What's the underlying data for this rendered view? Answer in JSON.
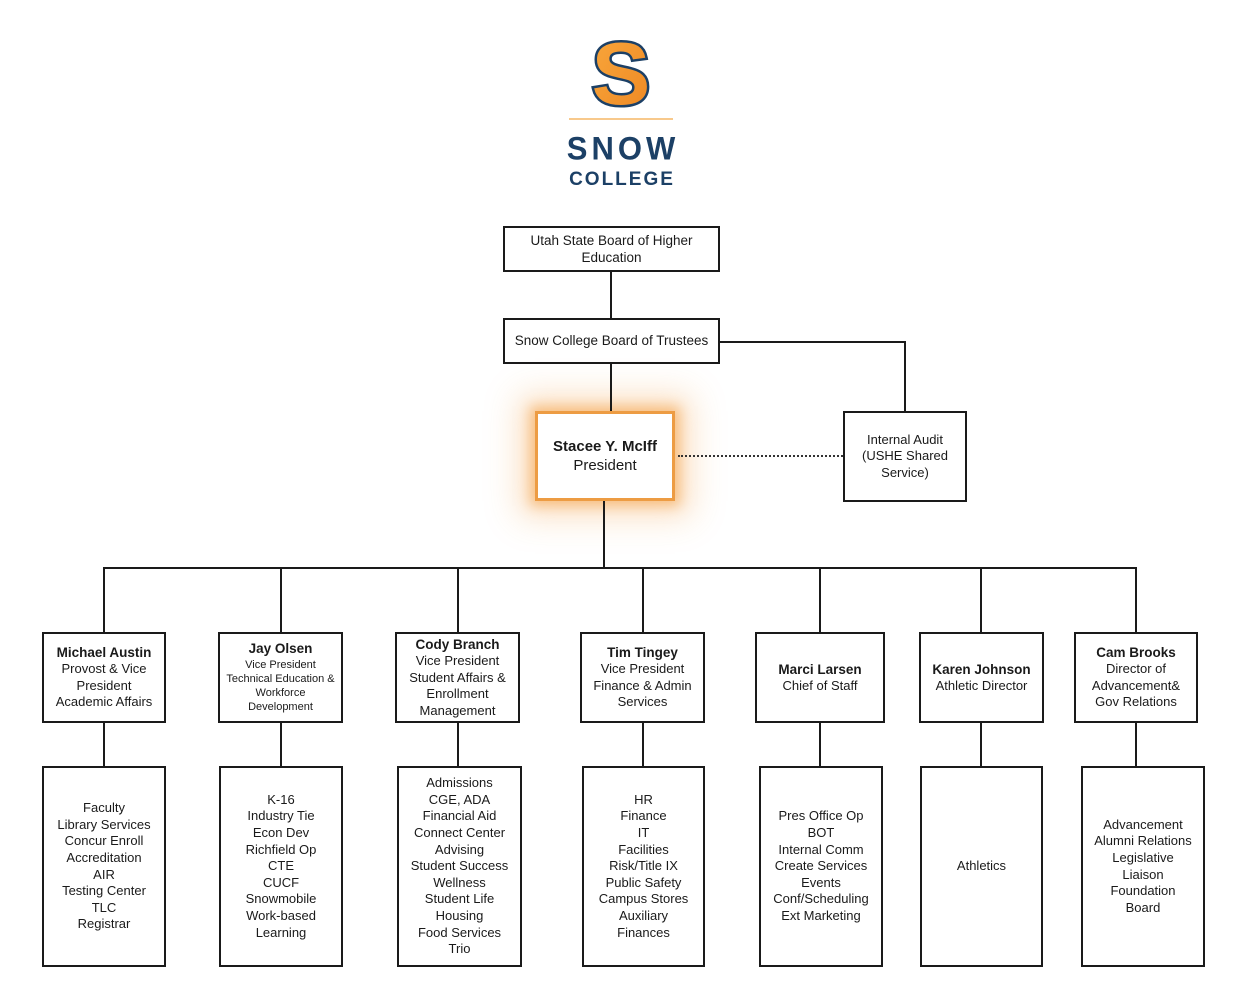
{
  "logo": {
    "letter": "S",
    "word1": "SNOW",
    "word2": "COLLEGE"
  },
  "hierarchy": {
    "board": "Utah State Board of Higher Education",
    "trustees": "Snow College Board of Trustees",
    "president": {
      "name": "Stacee Y. McIff",
      "title": "President"
    },
    "internal_audit": "Internal Audit (USHE Shared Service)"
  },
  "managers": [
    {
      "name": "Michael Austin",
      "title": "Provost & Vice President Academic Affairs",
      "departments": [
        "Faculty",
        "Library Services",
        "Concur Enroll",
        "Accreditation",
        "AIR",
        "Testing Center",
        "TLC",
        "Registrar"
      ]
    },
    {
      "name": "Jay Olsen",
      "title": "Vice President Technical Education & Workforce Development",
      "departments": [
        "K-16",
        "Industry Tie",
        "Econ Dev",
        "Richfield Op",
        "CTE",
        "CUCF",
        "Snowmobile",
        "Work-based Learning"
      ]
    },
    {
      "name": "Cody Branch",
      "title": "Vice President Student Affairs & Enrollment Management",
      "departments": [
        "Admissions",
        "CGE, ADA",
        "Financial Aid",
        "Connect Center",
        "Advising",
        "Student Success",
        "Wellness",
        "Student Life",
        "Housing",
        "Food Services",
        "Trio"
      ]
    },
    {
      "name": "Tim Tingey",
      "title": "Vice President Finance & Admin Services",
      "departments": [
        "HR",
        "Finance",
        "IT",
        "Facilities",
        "Risk/Title IX",
        "Public Safety",
        "Campus Stores",
        "Auxiliary",
        "Finances"
      ]
    },
    {
      "name": "Marci Larsen",
      "title": "Chief of Staff",
      "departments": [
        "Pres Office Op",
        "BOT",
        "Internal Comm",
        "Create Services",
        "Events",
        "Conf/Scheduling",
        "Ext Marketing"
      ]
    },
    {
      "name": "Karen Johnson",
      "title": "Athletic Director",
      "departments": [
        "Athletics"
      ]
    },
    {
      "name": "Cam Brooks",
      "title": "Director of Advancement& Gov Relations",
      "departments": [
        "Advancement",
        "Alumni Relations",
        "Legislative",
        "Liaison",
        "Foundation",
        "Board"
      ]
    }
  ],
  "colors": {
    "navy": "#1c4066",
    "logo_orange": "#f6921e",
    "president_border": "#ed9c43",
    "connector": "#1a1a1a"
  }
}
